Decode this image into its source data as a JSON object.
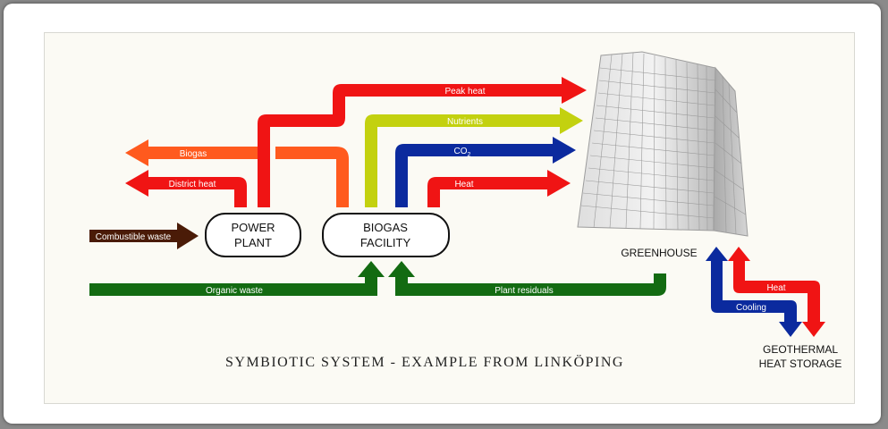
{
  "nodes": {
    "power_plant": [
      "POWER",
      "PLANT"
    ],
    "biogas_facility": [
      "BIOGAS",
      "FACILITY"
    ],
    "greenhouse": "GREENHOUSE",
    "geothermal": [
      "GEOTHERMAL",
      "HEAT STORAGE"
    ]
  },
  "flows": {
    "peak_heat": "Peak heat",
    "nutrients": "Nutrients",
    "co2": "CO",
    "co2_sub": "2",
    "heat_to_greenhouse": "Heat",
    "biogas": "Biogas",
    "district_heat": "District heat",
    "combustible_waste": "Combustible waste",
    "organic_waste": "Organic waste",
    "plant_residuals": "Plant residuals",
    "cooling": "Cooling",
    "heat_storage": "Heat"
  },
  "caption": "SYMBIOTIC SYSTEM - EXAMPLE FROM LINKÖPING",
  "colors": {
    "red": "#f01414",
    "orange": "#ff5a1e",
    "yellow_green": "#c3d10f",
    "blue": "#0b2a9e",
    "green": "#136b12",
    "brown": "#4a1b07"
  }
}
